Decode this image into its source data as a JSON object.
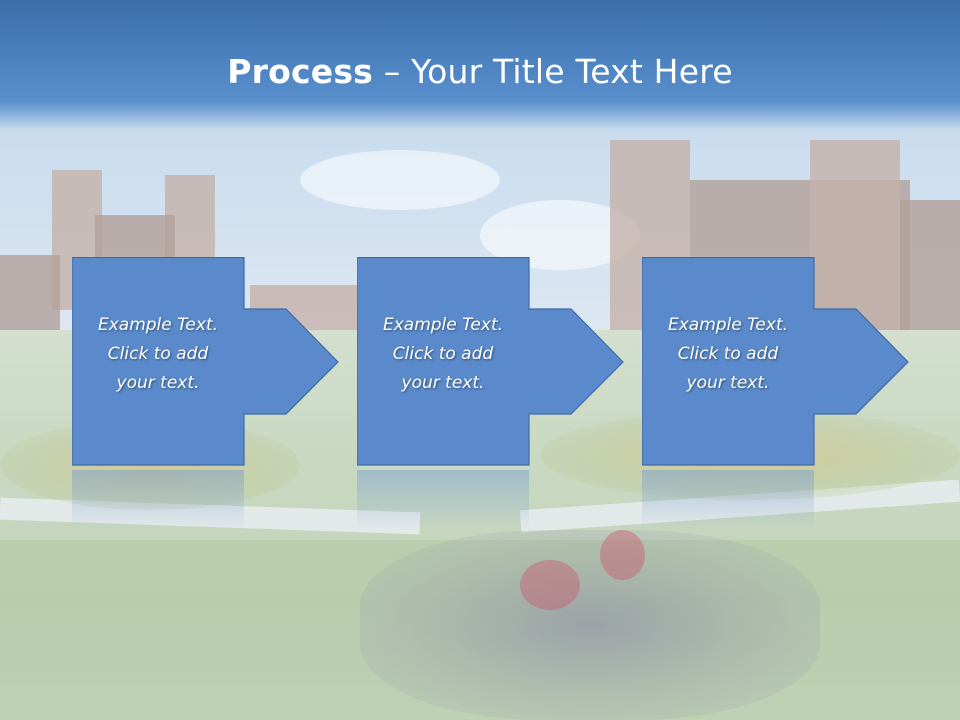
{
  "slide": {
    "title_bold": "Process",
    "title_rest": " – Your Title Text Here",
    "steps": [
      {
        "line1": "Example Text.",
        "line2": "Click  to add",
        "line3": "your text."
      },
      {
        "line1": "Example Text.",
        "line2": "Click  to add",
        "line3": "your text."
      },
      {
        "line1": "Example Text.",
        "line2": "Click  to add",
        "line3": "your text."
      }
    ]
  },
  "colors": {
    "header": "#4a7fbd",
    "step_fill": "#5a8acb",
    "step_border": "#3f6aa6",
    "text": "#ffffff"
  },
  "icons": {
    "step_arrow": "right-arrow-icon"
  }
}
